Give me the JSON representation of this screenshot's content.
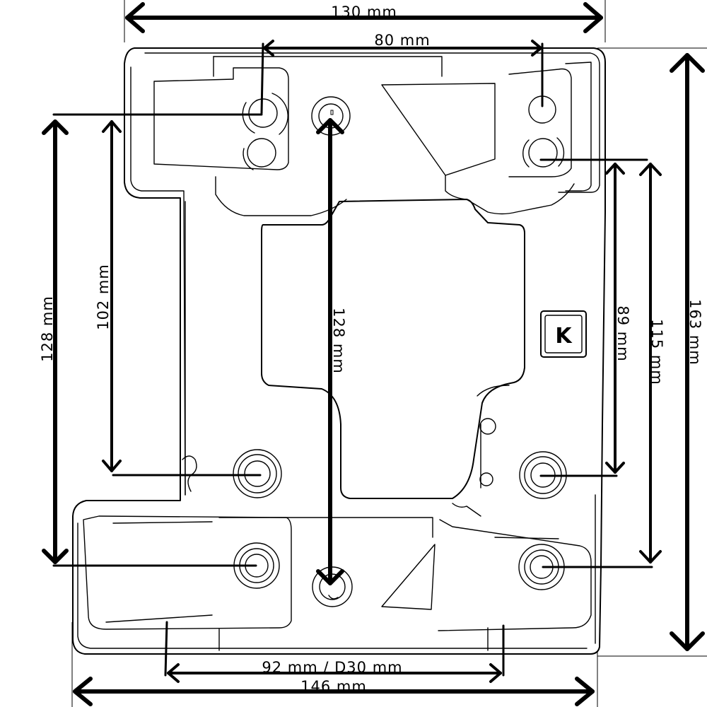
{
  "dimensions": {
    "top_width": "130 mm",
    "top_hole_spacing": "80 mm",
    "left_outer_height": "128 mm",
    "left_inner_height": "102 mm",
    "center_height": "128 mm",
    "right_inner_height": "89 mm",
    "right_mid_height": "115 mm",
    "right_outer_height": "163 mm",
    "bottom_inner_width": "92 mm / D30 mm",
    "bottom_outer_width": "146 mm"
  },
  "logo": {
    "letter": "K"
  }
}
